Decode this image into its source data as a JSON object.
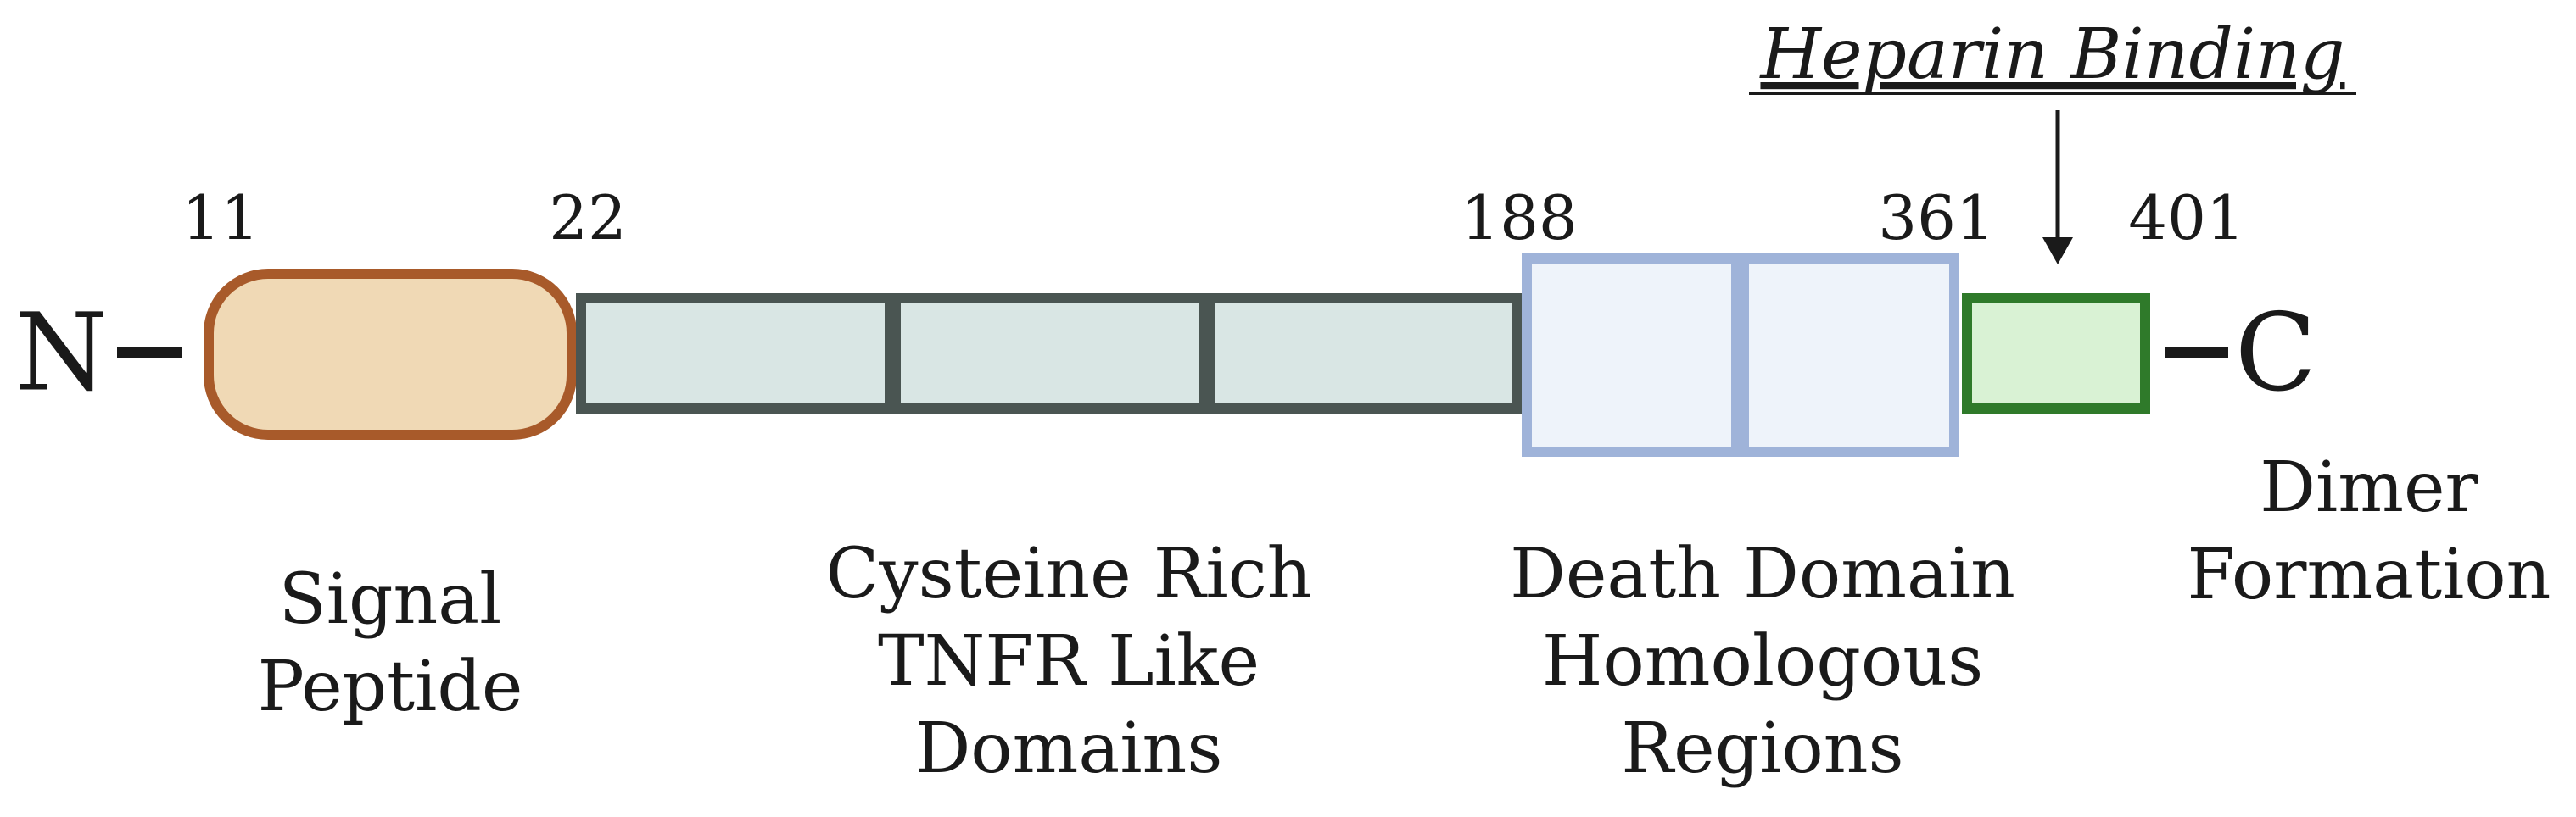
{
  "terminals": {
    "n": "N",
    "c": "C"
  },
  "positions": {
    "p11": "11",
    "p22": "22",
    "p188": "188",
    "p361": "361",
    "p401": "401"
  },
  "annotation": {
    "heparin": "Heparin Binding"
  },
  "labels": {
    "signal": [
      "Signal",
      "Peptide"
    ],
    "cysteine": [
      "Cysteine Rich",
      "TNFR Like",
      "Domains"
    ],
    "death": [
      "Death Domain",
      "Homologous",
      "Regions"
    ],
    "dimer": [
      "Dimer",
      "Formation"
    ]
  },
  "colors": {
    "signal_fill": "#f0d9b5",
    "signal_stroke": "#a85a2a",
    "crd_fill": "#d9e6e4",
    "crd_stroke": "#4a5552",
    "dd_fill": "#eef3fa",
    "dd_stroke": "#9fb3d9",
    "dimer_fill": "#d9f2d4",
    "dimer_stroke": "#2f7a2a"
  }
}
